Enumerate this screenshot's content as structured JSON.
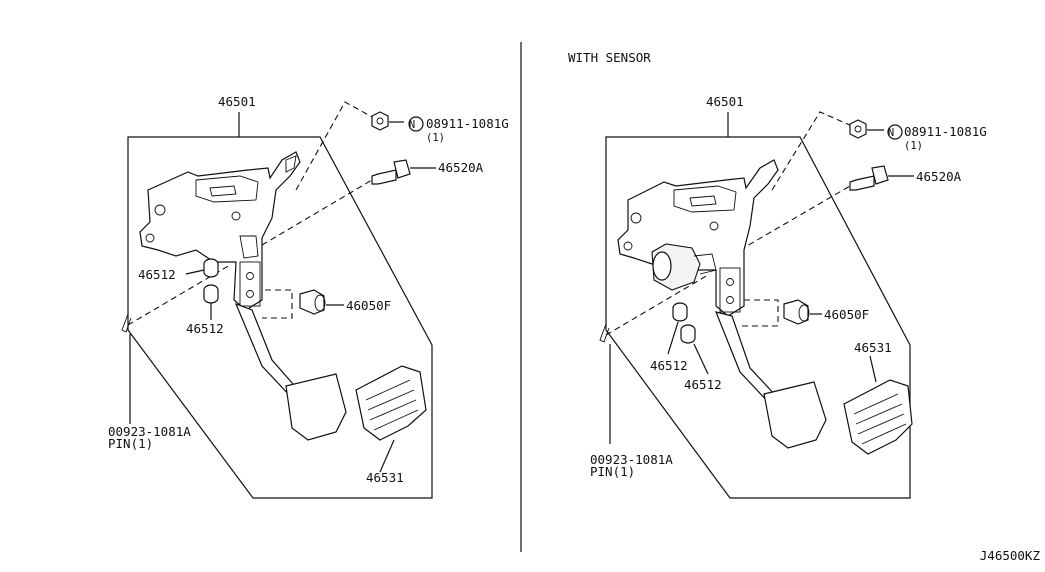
{
  "header": {
    "variant_title": "WITH SENSOR"
  },
  "footer": {
    "diagram_code": "J46500KZ"
  },
  "left_panel": {
    "assembly": "46501",
    "nut_symbol": "N",
    "nut_part": "08911-1081G",
    "nut_qty": "(1)",
    "bolt": "46520A",
    "stopper": "46050F",
    "bushing_a": "46512",
    "bushing_b": "46512",
    "pad": "46531",
    "pin_part": "00923-1081A",
    "pin_label": "PIN(1)"
  },
  "right_panel": {
    "assembly": "46501",
    "nut_symbol": "N",
    "nut_part": "08911-1081G",
    "nut_qty": "(1)",
    "bolt": "46520A",
    "stopper": "46050F",
    "bushing_a": "46512",
    "bushing_b": "46512",
    "pad": "46531",
    "pin_part": "00923-1081A",
    "pin_label": "PIN(1)"
  }
}
